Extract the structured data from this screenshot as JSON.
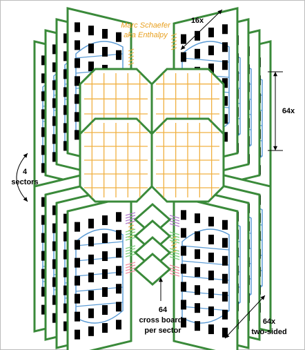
{
  "author": {
    "line1": "Marc Schaefer",
    "line2": "aka Enthalpy"
  },
  "annotations": {
    "stack_count": "16x",
    "side_count": "64x",
    "sectors_num": "4",
    "sectors_word": "sectors",
    "cross_num": "64",
    "cross_line2": "cross boards",
    "cross_line3": "per sector",
    "twosided_num": "64x",
    "twosided_word": "two-sided"
  },
  "colors": {
    "board": "#3a8a3a",
    "chip": "#000000",
    "trace_blue": "#5b9bd5",
    "trace_orange": "#f0b040",
    "author": "#e8a020",
    "trace_purple": "#b07acc",
    "trace_green": "#7ccf7c",
    "trace_pink": "#f08aa0"
  }
}
